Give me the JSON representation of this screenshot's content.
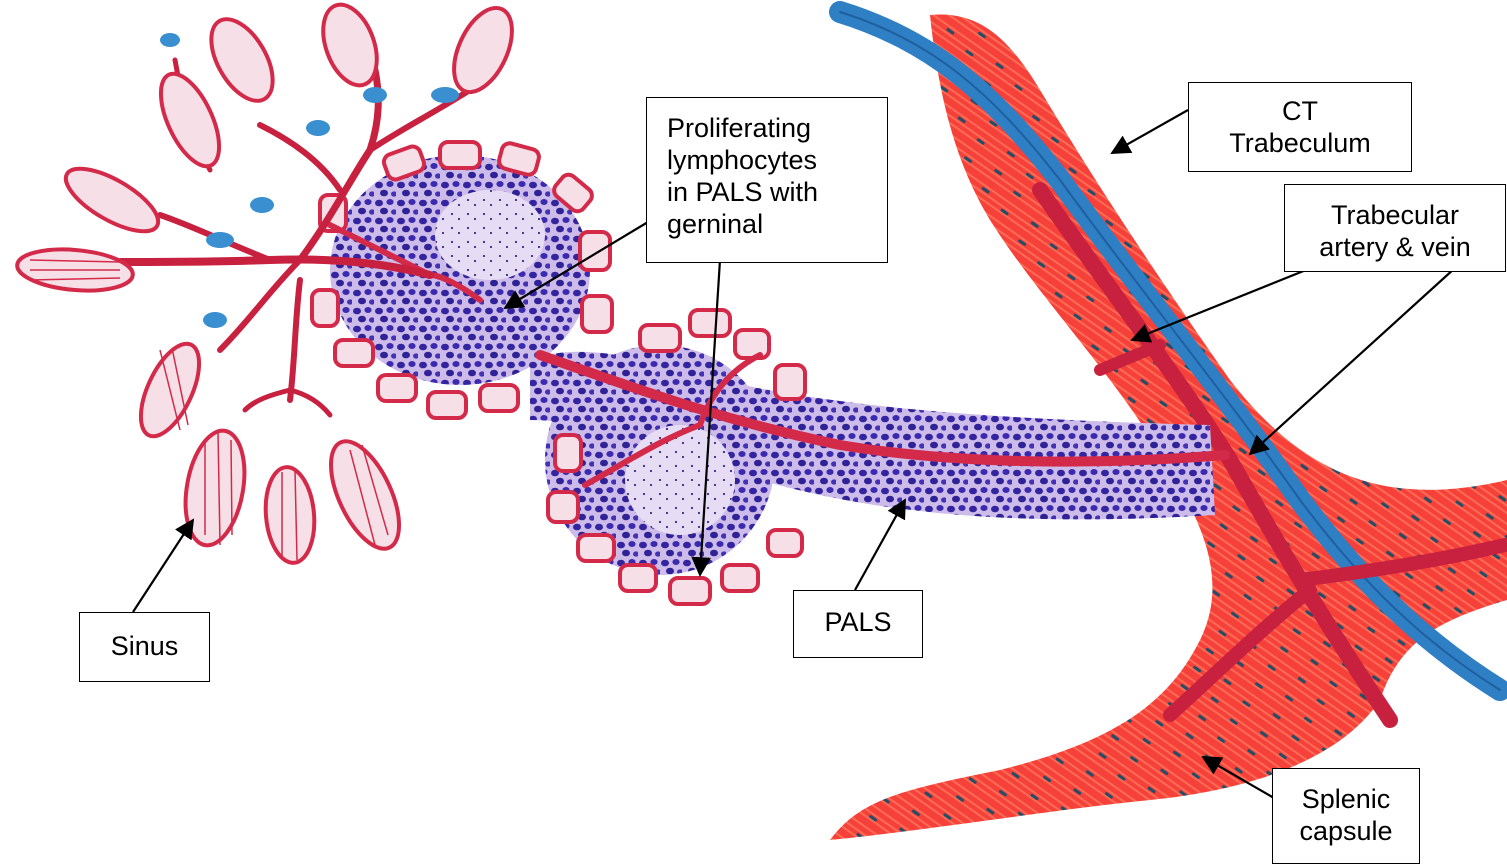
{
  "labels": {
    "sinus": "Sinus",
    "pals": "PALS",
    "proliferating": [
      "Proliferating",
      "lymphocytes",
      "in PALS with",
      "gerninal"
    ],
    "ct_trabeculum": [
      "CT",
      "Trabeculum"
    ],
    "trabecular_vessels": [
      "Trabecular",
      "artery & vein"
    ],
    "splenic_capsule": [
      "Splenic",
      "capsule"
    ]
  },
  "colors": {
    "vessel_red": "#d42a4a",
    "capsule_red": "#f23a2a",
    "vein_blue": "#2f7fc4",
    "lymphocyte_purple": "#3a2aa0",
    "nodule_fill": "#c9b6e6",
    "sinus_fill": "#f6dfe6"
  }
}
